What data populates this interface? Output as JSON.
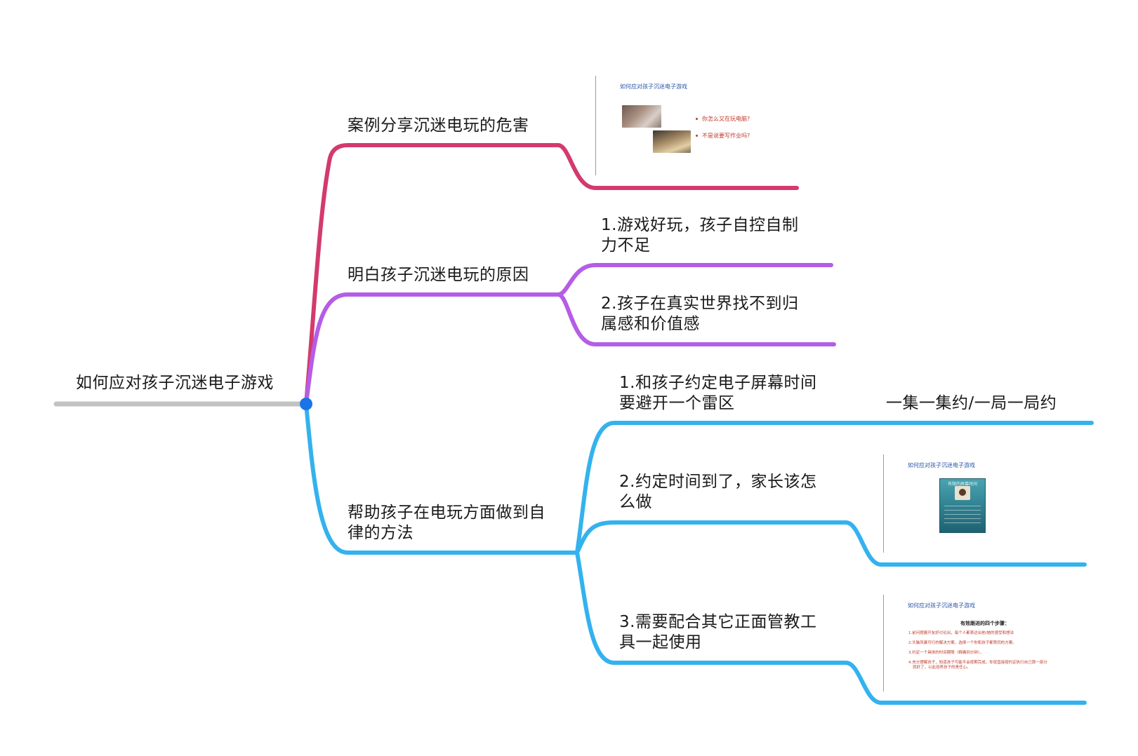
{
  "colors": {
    "root_line": "#c2c2c2",
    "root_dot": "#1a74e8",
    "branch_case": "#d33a6e",
    "branch_reason": "#b55de6",
    "branch_method": "#33b2ee",
    "text": "#1a1a1a"
  },
  "root": {
    "label": "如何应对孩子沉迷电子游戏"
  },
  "branches": [
    {
      "label": "案例分享沉迷电玩的危害",
      "children": [
        {
          "label": "",
          "slide": {
            "title": "如何应对孩子沉迷电子游戏",
            "bullets": [
              "你怎么又在玩电脑?",
              "不是说要写作业吗?"
            ]
          }
        }
      ]
    },
    {
      "label": "明白孩子沉迷电玩的原因",
      "children": [
        {
          "label_lines": [
            "1.游戏好玩，孩子自控自制",
            "力不足"
          ]
        },
        {
          "label_lines": [
            "2.孩子在真实世界找不到归",
            "属感和价值感"
          ]
        }
      ]
    },
    {
      "label_lines": [
        "帮助孩子在电玩方面做到自",
        "律的方法"
      ],
      "children": [
        {
          "label_lines": [
            "1.和孩子约定电子屏幕时间",
            "要避开一个雷区"
          ],
          "child": "一集一集约/一局一局约"
        },
        {
          "label_lines": [
            "2.约定时间到了，家长该怎",
            "么做"
          ],
          "slide": {
            "title": "如何应对孩子沉迷电子游戏",
            "poster_title": "有限的屏幕时间"
          }
        },
        {
          "label_lines": [
            "3.需要配合其它正面管教工",
            "具一起使用"
          ],
          "slide": {
            "title": "如何应对孩子沉迷电子游戏",
            "heading": "有效跟进的四个步骤：",
            "steps": [
              "1.前问题展开友好讨论出，每个人都表达出他/她的感受和想法",
              "2.头脑风暴可行的解决方案，选择一个你和孩子都赞同的方案。",
              "3.约定一个具体的时间期限（精确到分钟）。",
              "4.充分理解孩子，知道孩子可能不会按期完成，你就直接按约定执行自己那一部分",
              "就好了，以此培养孩子的责任心。"
            ]
          }
        }
      ]
    }
  ]
}
